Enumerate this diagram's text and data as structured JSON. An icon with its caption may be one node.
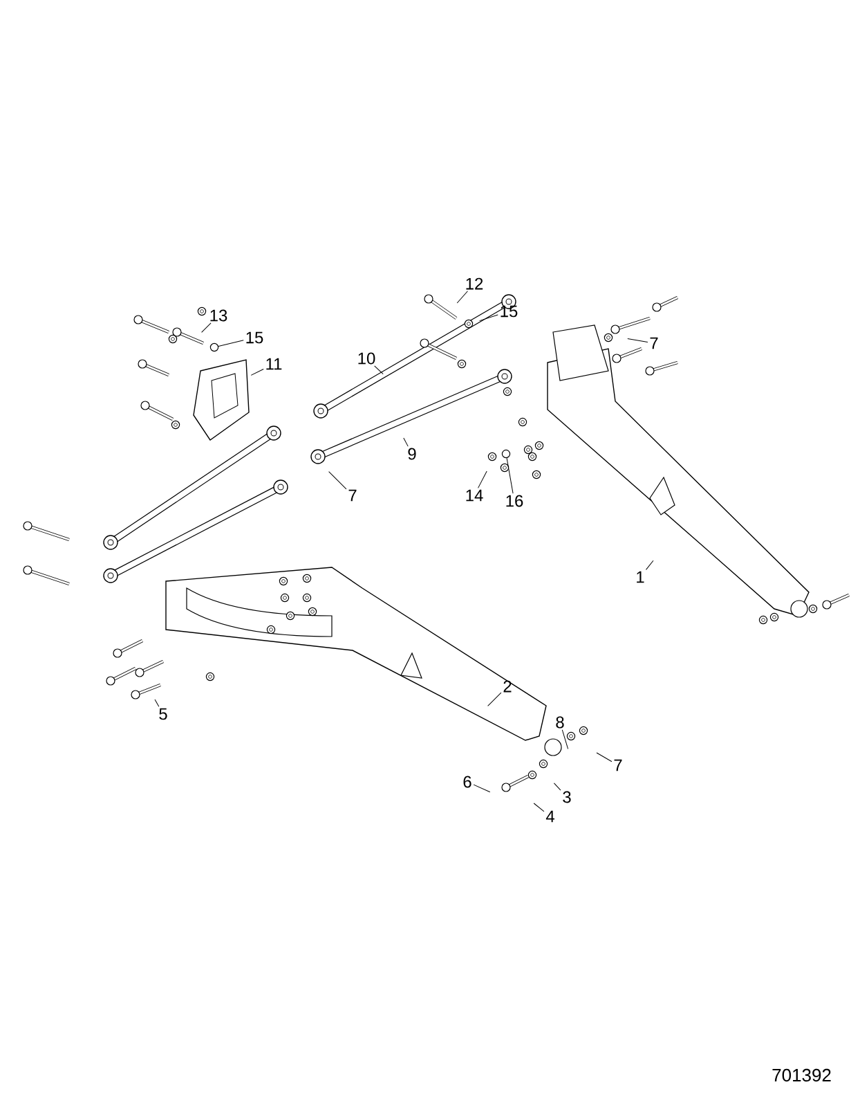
{
  "diagram": {
    "nodes": [
      {
        "text": [
          "12"
        ]
      },
      {
        "text": [
          "15"
        ]
      },
      {
        "text": [
          "13"
        ]
      },
      {
        "text": [
          "15"
        ]
      },
      {
        "text": [
          "7"
        ]
      },
      {
        "text": [
          "10"
        ]
      },
      {
        "text": [
          "11"
        ]
      },
      {
        "text": [
          "9"
        ]
      },
      {
        "text": [
          "14"
        ]
      },
      {
        "text": [
          "7"
        ]
      },
      {
        "text": [
          "16"
        ]
      },
      {
        "text": [
          "1"
        ]
      },
      {
        "text": [
          "2"
        ]
      },
      {
        "text": [
          "5"
        ]
      },
      {
        "text": [
          "8"
        ]
      },
      {
        "text": [
          "7"
        ]
      },
      {
        "text": [
          "6"
        ]
      },
      {
        "text": [
          "3"
        ]
      },
      {
        "text": [
          "4"
        ]
      },
      {
        "text": [],
        "shape": "circle"
      },
      {
        "text": [],
        "shape": "circle"
      }
    ],
    "edges": [
      {
        "from": 0,
        "to": null,
        "arrow": "none"
      },
      {
        "from": 1,
        "to": null,
        "arrow": "none"
      },
      {
        "from": 2,
        "to": null,
        "arrow": "none"
      },
      {
        "from": 3,
        "to": 19,
        "arrow": "none"
      },
      {
        "from": 4,
        "to": null,
        "arrow": "none"
      },
      {
        "from": 5,
        "to": null,
        "arrow": "none"
      },
      {
        "from": 6,
        "to": null,
        "arrow": "none"
      },
      {
        "from": 7,
        "to": null,
        "arrow": "none"
      },
      {
        "from": 8,
        "to": null,
        "arrow": "none"
      },
      {
        "from": 9,
        "to": null,
        "arrow": "none"
      },
      {
        "from": 10,
        "to": 20,
        "arrow": "none"
      },
      {
        "from": 11,
        "to": null,
        "arrow": "none"
      },
      {
        "from": 12,
        "to": null,
        "arrow": "none"
      },
      {
        "from": 13,
        "to": null,
        "arrow": "none"
      },
      {
        "from": 14,
        "to": null,
        "arrow": "none"
      },
      {
        "from": 15,
        "to": null,
        "arrow": "none"
      },
      {
        "from": 16,
        "to": null,
        "arrow": "none"
      },
      {
        "from": 17,
        "to": null,
        "arrow": "none"
      },
      {
        "from": 18,
        "to": null,
        "arrow": "none"
      }
    ],
    "labels": [
      "701392"
    ]
  }
}
